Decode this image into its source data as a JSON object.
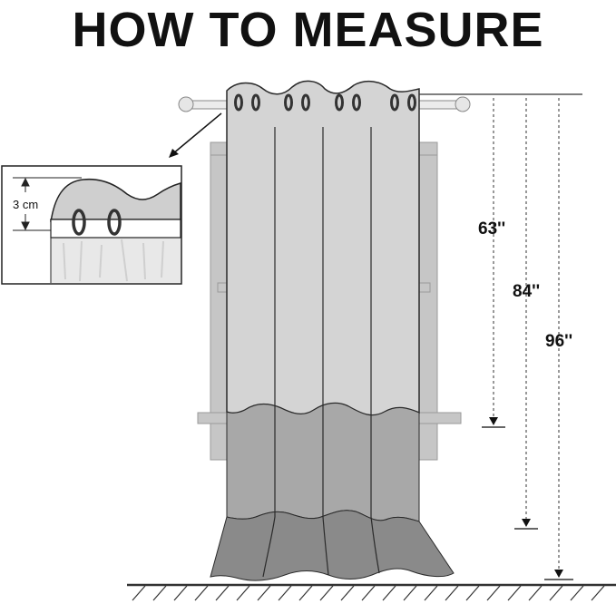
{
  "title": "HOW TO MEASURE",
  "measurements": [
    {
      "label": "63''",
      "value": 63
    },
    {
      "label": "84''",
      "value": 84
    },
    {
      "label": "96''",
      "value": 96
    }
  ],
  "inset": {
    "header_height_label": "3 cm"
  },
  "colors": {
    "curtain_light": "#d4d4d4",
    "curtain_mid": "#a8a8a8",
    "curtain_dark": "#8a8a8a",
    "window_frame": "#c6c6c6",
    "outline": "#2a2a2a"
  }
}
